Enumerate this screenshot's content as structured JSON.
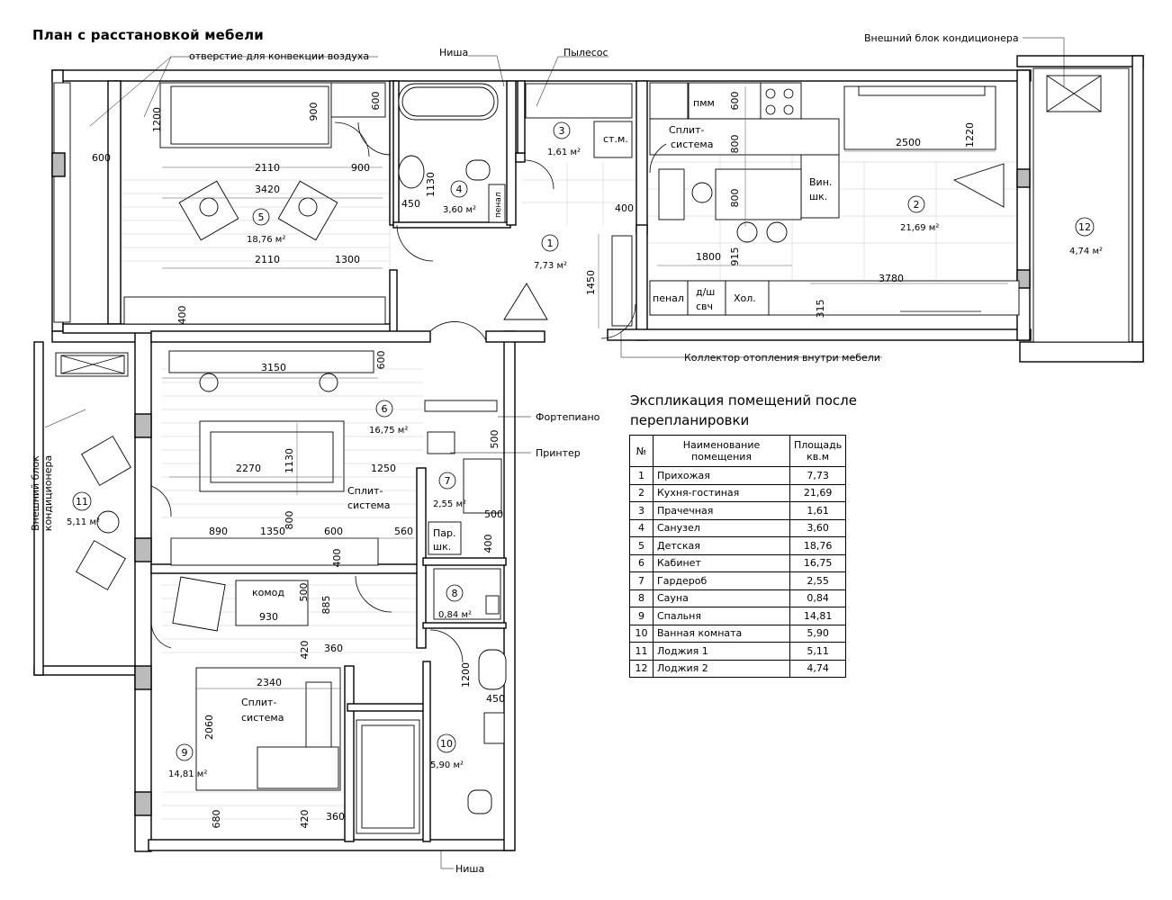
{
  "title": "План с расстановкой мебели",
  "callouts": {
    "convection": "отверстие для конвекции воздуха",
    "niche_top": "Ниша",
    "vacuum": "Пылесос",
    "ac_outdoor_top": "Внешний блок кондиционера",
    "collector": "Коллектор отопления внутри мебели",
    "piano": "Фортепиано",
    "printer": "Принтер",
    "niche_bottom": "Ниша",
    "ac_outdoor_left_1": "Внешний блок",
    "ac_outdoor_left_2": "кондиционера"
  },
  "furniture_labels": {
    "pmm": "пмм",
    "split_1a": "Сплит-",
    "split_1b": "система",
    "wine_1": "Вин.",
    "wine_2": "шк.",
    "penal_kitchen": "пенал",
    "mw_1": "д/ш",
    "mw_2": "свч",
    "fridge": "Хол.",
    "washer": "ст.м.",
    "penal_bath": "пенал",
    "split_2a": "Сплит-",
    "split_2b": "система",
    "par_1": "Пар.",
    "par_2": "шк.",
    "dresser": "комод",
    "split_3a": "Сплит-",
    "split_3b": "система"
  },
  "dimensions": {
    "d1200a": "1200",
    "d900a": "900",
    "d600a": "600",
    "d600b": "600",
    "d2110a": "2110",
    "d900b": "900",
    "d3420": "3420",
    "d2110b": "2110",
    "d1300": "1300",
    "d400a": "400",
    "d1130a": "1130",
    "d450a": "450",
    "d400b": "400",
    "d1450": "1450",
    "d600c": "600",
    "d800a": "800",
    "d2500": "2500",
    "d1220": "1220",
    "d800b": "800",
    "d915": "915",
    "d1800": "1800",
    "d3780": "3780",
    "d315": "315",
    "d3150": "3150",
    "d600d": "600",
    "d2270": "2270",
    "d1130b": "1130",
    "d1250": "1250",
    "d500a": "500",
    "d500b": "500",
    "d800c": "800",
    "d890": "890",
    "d1350": "1350",
    "d600e": "600",
    "d560": "560",
    "d400c": "400",
    "d400d": "400",
    "d500c": "500",
    "d885": "885",
    "d930": "930",
    "d420a": "420",
    "d360a": "360",
    "d2340": "2340",
    "d2060": "2060",
    "d1200b": "1200",
    "d450b": "450",
    "d680": "680",
    "d420b": "420",
    "d360b": "360"
  },
  "rooms": [
    {
      "num": "1",
      "area": "7,73 м²"
    },
    {
      "num": "2",
      "area": "21,69 м²"
    },
    {
      "num": "3",
      "area": "1,61 м²"
    },
    {
      "num": "4",
      "area": "3,60 м²"
    },
    {
      "num": "5",
      "area": "18,76 м²"
    },
    {
      "num": "6",
      "area": "16,75 м²"
    },
    {
      "num": "7",
      "area": "2,55 м²"
    },
    {
      "num": "8",
      "area": "0,84 м²"
    },
    {
      "num": "9",
      "area": "14,81 м²"
    },
    {
      "num": "10",
      "area": "5,90 м²"
    },
    {
      "num": "11",
      "area": "5,11 м²"
    },
    {
      "num": "12",
      "area": "4,74 м²"
    }
  ],
  "explication": {
    "title_line1": "Экспликация помещений после",
    "title_line2": "перепланировки",
    "header": {
      "num": "№",
      "name_1": "Наименование",
      "name_2": "помещения",
      "area_1": "Площадь",
      "area_2": "кв.м"
    },
    "rows": [
      {
        "num": "1",
        "name": "Прихожая",
        "area": "7,73"
      },
      {
        "num": "2",
        "name": "Кухня-гостиная",
        "area": "21,69"
      },
      {
        "num": "3",
        "name": "Прачечная",
        "area": "1,61"
      },
      {
        "num": "4",
        "name": "Санузел",
        "area": "3,60"
      },
      {
        "num": "5",
        "name": "Детская",
        "area": "18,76"
      },
      {
        "num": "6",
        "name": "Кабинет",
        "area": "16,75"
      },
      {
        "num": "7",
        "name": "Гардероб",
        "area": "2,55"
      },
      {
        "num": "8",
        "name": "Сауна",
        "area": "0,84"
      },
      {
        "num": "9",
        "name": "Спальня",
        "area": "14,81"
      },
      {
        "num": "10",
        "name": "Ванная комната",
        "area": "5,90"
      },
      {
        "num": "11",
        "name": "Лоджия 1",
        "area": "5,11"
      },
      {
        "num": "12",
        "name": "Лоджия 2",
        "area": "4,74"
      }
    ]
  }
}
